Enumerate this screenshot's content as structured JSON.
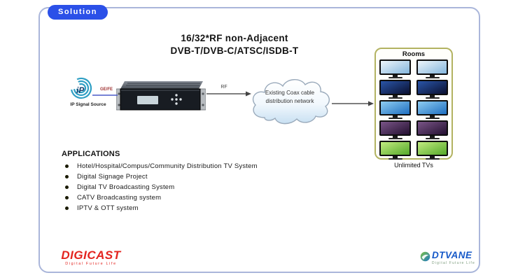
{
  "badge": {
    "label": "Solution"
  },
  "title": {
    "line1": "16/32*RF non-Adjacent",
    "line2": "DVB-T/DVB-C/ATSC/ISDB-T"
  },
  "source": {
    "logo_text": "iP",
    "label": "IP Signal Source",
    "port_label": "GE/FE"
  },
  "links": {
    "rf_label": "RF"
  },
  "cloud": {
    "line1": "Existing Coax cable",
    "line2": "distribution network"
  },
  "rooms": {
    "title": "Rooms",
    "caption": "Unlimited TVs",
    "tv_rows": [
      {
        "name": "ski-scene",
        "top": "#eef5fb",
        "bottom": "#84b6dc"
      },
      {
        "name": "concert-scene",
        "top": "#2a55a8",
        "bottom": "#0a1030"
      },
      {
        "name": "dolphin-scene",
        "top": "#8ecdf2",
        "bottom": "#1f6fc0"
      },
      {
        "name": "movie-scene",
        "top": "#7a5588",
        "bottom": "#241030"
      },
      {
        "name": "cartoon-scene",
        "top": "#c2ec80",
        "bottom": "#55a82a"
      }
    ]
  },
  "applications": {
    "heading": "APPLICATIONS",
    "items": [
      "Hotel/Hospital/Compus/Community Distribution TV System",
      "Digital Signage Project",
      "Digital TV Broadcasting System",
      "CATV Broadcasting system",
      "IPTV & OTT system"
    ]
  },
  "footer": {
    "digicast": {
      "name": "DIGICAST",
      "tagline": "Digital Future Life"
    },
    "dtvane": {
      "name": "DTVANE",
      "tagline": "Digital Future Life"
    }
  },
  "colors": {
    "badge_blue": "#2b50e8",
    "frame_border": "#aab6da",
    "rooms_border": "#b3b362",
    "digicast_red": "#e3241f",
    "dtvane_blue": "#1558c8",
    "connector_gray": "#555555",
    "port_line_blue": "#4a5ac8"
  }
}
